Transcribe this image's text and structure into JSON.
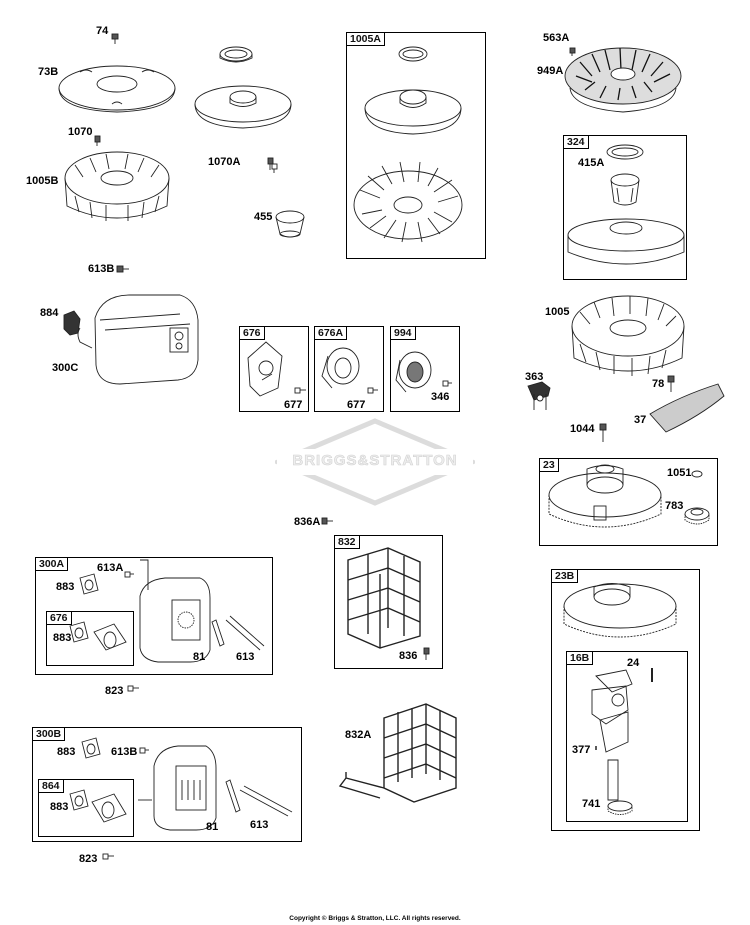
{
  "copyright": "Copyright © Briggs & Stratton, LLC. All rights reserved.",
  "watermark": "BRIGGS&STRATTON",
  "boxes": {
    "b1005A": "1005A",
    "b324": "324",
    "b676": "676",
    "b676A": "676A",
    "b994": "994",
    "b23": "23",
    "b832": "832",
    "b300A": "300A",
    "b676i": "676",
    "b23B": "23B",
    "b16B": "16B",
    "b300B": "300B",
    "b864": "864"
  },
  "labels": {
    "l74": "74",
    "l73B": "73B",
    "l1070": "1070",
    "l1070A": "1070A",
    "l1005B": "1005B",
    "l455": "455",
    "l613B_top": "613B",
    "l884": "884",
    "l300C": "300C",
    "l563A": "563A",
    "l949A": "949A",
    "l415A": "415A",
    "l1005": "1005",
    "l363": "363",
    "l78": "78",
    "l37": "37",
    "l1044": "1044",
    "l1051": "1051",
    "l783": "783",
    "l677a": "677",
    "l677b": "677",
    "l346": "346",
    "l836A": "836A",
    "l836": "836",
    "l832A": "832A",
    "l883a": "883",
    "l613A": "613A",
    "l883b": "883",
    "l81a": "81",
    "l613a": "613",
    "l823a": "823",
    "l883c": "883",
    "l613B": "613B",
    "l883d": "883",
    "l81b": "81",
    "l613b": "613",
    "l823b": "823",
    "l24": "24",
    "l377": "377",
    "l741": "741"
  }
}
